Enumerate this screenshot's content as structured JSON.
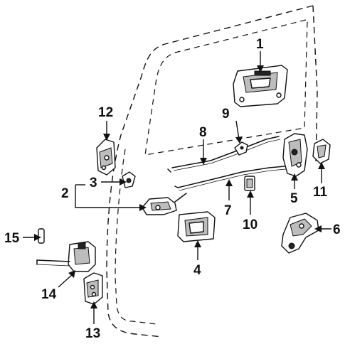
{
  "callouts": {
    "c1": "1",
    "c2": "2",
    "c3": "3",
    "c4": "4",
    "c5": "5",
    "c6": "6",
    "c7": "7",
    "c8": "8",
    "c9": "9",
    "c10": "10",
    "c11": "11",
    "c12": "12",
    "c13": "13",
    "c14": "14",
    "c15": "15"
  },
  "colors": {
    "line": "#111111",
    "background": "#ffffff",
    "shading": "#bdbdbd"
  }
}
